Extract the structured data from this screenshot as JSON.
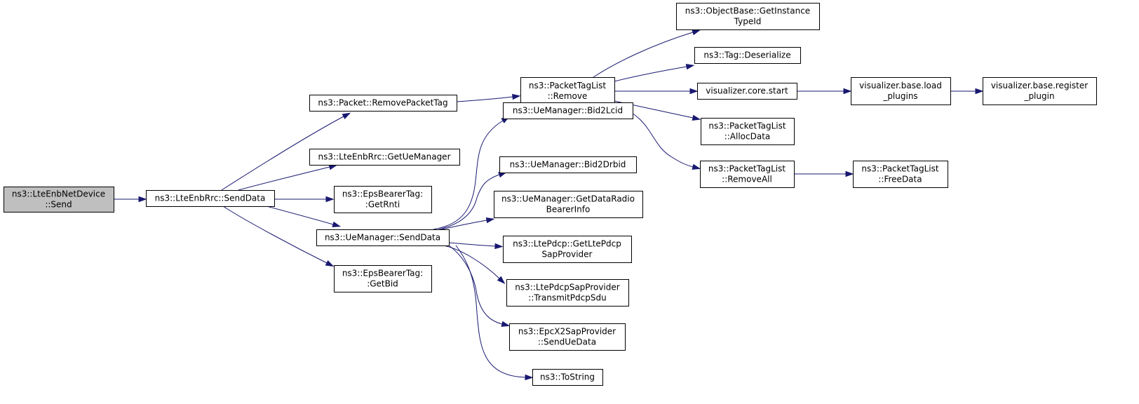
{
  "diagram": {
    "type": "call-graph",
    "colors": {
      "root_fill": "#bfbfbf",
      "node_fill": "#ffffff",
      "edge": "#191970"
    },
    "nodes": [
      {
        "id": "lteenbnetdevice_send",
        "lines": [
          "ns3::LteEnbNetDevice",
          "::Send"
        ],
        "root": true
      },
      {
        "id": "lteenbrrc_senddata",
        "lines": [
          "ns3::LteEnbRrc::SendData"
        ]
      },
      {
        "id": "packet_removepackettag",
        "lines": [
          "ns3::Packet::RemovePacketTag"
        ]
      },
      {
        "id": "lteenbrrc_getuemanager",
        "lines": [
          "ns3::LteEnbRrc::GetUeManager"
        ]
      },
      {
        "id": "epsbearertag_getrnti",
        "lines": [
          "ns3::EpsBearerTag:",
          ":GetRnti"
        ]
      },
      {
        "id": "uemanager_senddata",
        "lines": [
          "ns3::UeManager::SendData"
        ]
      },
      {
        "id": "epsbearertag_getbid",
        "lines": [
          "ns3::EpsBearerTag:",
          ":GetBid"
        ]
      },
      {
        "id": "packettaglist_remove",
        "lines": [
          "ns3::PacketTagList",
          "::Remove"
        ]
      },
      {
        "id": "uemanager_bid2lcid",
        "lines": [
          "ns3::UeManager::Bid2Lcid"
        ]
      },
      {
        "id": "uemanager_bid2drbid",
        "lines": [
          "ns3::UeManager::Bid2Drbid"
        ]
      },
      {
        "id": "uemanager_getdataradiobearerinfo",
        "lines": [
          "ns3::UeManager::GetDataRadio",
          "BearerInfo"
        ]
      },
      {
        "id": "ltepdcp_getltepdcpsapprovider",
        "lines": [
          "ns3::LtePdcp::GetLtePdcp",
          "SapProvider"
        ]
      },
      {
        "id": "ltepdcpsapprovider_transmitpdcpsdu",
        "lines": [
          "ns3::LtePdcpSapProvider",
          "::TransmitPdcpSdu"
        ]
      },
      {
        "id": "epcx2sapprovider_senduedata",
        "lines": [
          "ns3::EpcX2SapProvider",
          "::SendUeData"
        ]
      },
      {
        "id": "tostring",
        "lines": [
          "ns3::ToString"
        ]
      },
      {
        "id": "objectbase_getinstancetypeid",
        "lines": [
          "ns3::ObjectBase::GetInstance",
          "TypeId"
        ]
      },
      {
        "id": "tag_deserialize",
        "lines": [
          "ns3::Tag::Deserialize"
        ]
      },
      {
        "id": "visualizer_core_start",
        "lines": [
          "visualizer.core.start"
        ]
      },
      {
        "id": "packettaglist_allocdata",
        "lines": [
          "ns3::PacketTagList",
          "::AllocData"
        ]
      },
      {
        "id": "packettaglist_removeall",
        "lines": [
          "ns3::PacketTagList",
          "::RemoveAll"
        ]
      },
      {
        "id": "visualizer_base_load_plugins",
        "lines": [
          "visualizer.base.load",
          "_plugins"
        ]
      },
      {
        "id": "visualizer_base_register_plugin",
        "lines": [
          "visualizer.base.register",
          "_plugin"
        ]
      },
      {
        "id": "packettaglist_freedata",
        "lines": [
          "ns3::PacketTagList",
          "::FreeData"
        ]
      }
    ],
    "edges": [
      {
        "from": "lteenbnetdevice_send",
        "to": "lteenbrrc_senddata"
      },
      {
        "from": "lteenbrrc_senddata",
        "to": "packet_removepackettag"
      },
      {
        "from": "lteenbrrc_senddata",
        "to": "lteenbrrc_getuemanager"
      },
      {
        "from": "lteenbrrc_senddata",
        "to": "epsbearertag_getrnti"
      },
      {
        "from": "lteenbrrc_senddata",
        "to": "uemanager_senddata"
      },
      {
        "from": "lteenbrrc_senddata",
        "to": "epsbearertag_getbid"
      },
      {
        "from": "packet_removepackettag",
        "to": "packettaglist_remove"
      },
      {
        "from": "uemanager_senddata",
        "to": "uemanager_bid2lcid"
      },
      {
        "from": "uemanager_senddata",
        "to": "uemanager_bid2drbid"
      },
      {
        "from": "uemanager_senddata",
        "to": "uemanager_getdataradiobearerinfo"
      },
      {
        "from": "uemanager_senddata",
        "to": "ltepdcp_getltepdcpsapprovider"
      },
      {
        "from": "uemanager_senddata",
        "to": "ltepdcpsapprovider_transmitpdcpsdu"
      },
      {
        "from": "uemanager_senddata",
        "to": "epcx2sapprovider_senduedata"
      },
      {
        "from": "uemanager_senddata",
        "to": "tostring"
      },
      {
        "from": "packettaglist_remove",
        "to": "objectbase_getinstancetypeid"
      },
      {
        "from": "packettaglist_remove",
        "to": "tag_deserialize"
      },
      {
        "from": "packettaglist_remove",
        "to": "visualizer_core_start"
      },
      {
        "from": "packettaglist_remove",
        "to": "packettaglist_allocdata"
      },
      {
        "from": "packettaglist_remove",
        "to": "packettaglist_removeall"
      },
      {
        "from": "visualizer_core_start",
        "to": "visualizer_base_load_plugins"
      },
      {
        "from": "visualizer_base_load_plugins",
        "to": "visualizer_base_register_plugin"
      },
      {
        "from": "packettaglist_removeall",
        "to": "packettaglist_freedata"
      }
    ]
  }
}
